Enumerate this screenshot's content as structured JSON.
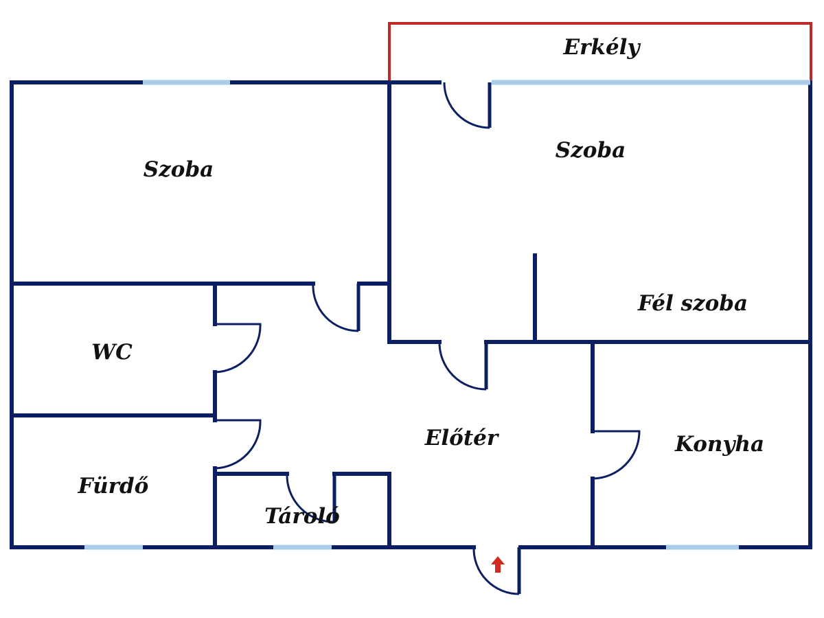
{
  "floor_plan": {
    "rooms": {
      "balcony": "Erkély",
      "room_left": "Szoba",
      "room_right": "Szoba",
      "half_room": "Fél szoba",
      "wc": "WC",
      "hall": "Előtér",
      "kitchen": "Konyha",
      "bathroom": "Fürdő",
      "storage": "Tároló"
    },
    "colors": {
      "wall": "#0c1f63",
      "window": "#a9cce8",
      "balcony_outline": "#c0282a",
      "entrance_arrow": "#d12a1f"
    },
    "icons": {
      "entrance": "entrance-arrow-icon"
    }
  }
}
